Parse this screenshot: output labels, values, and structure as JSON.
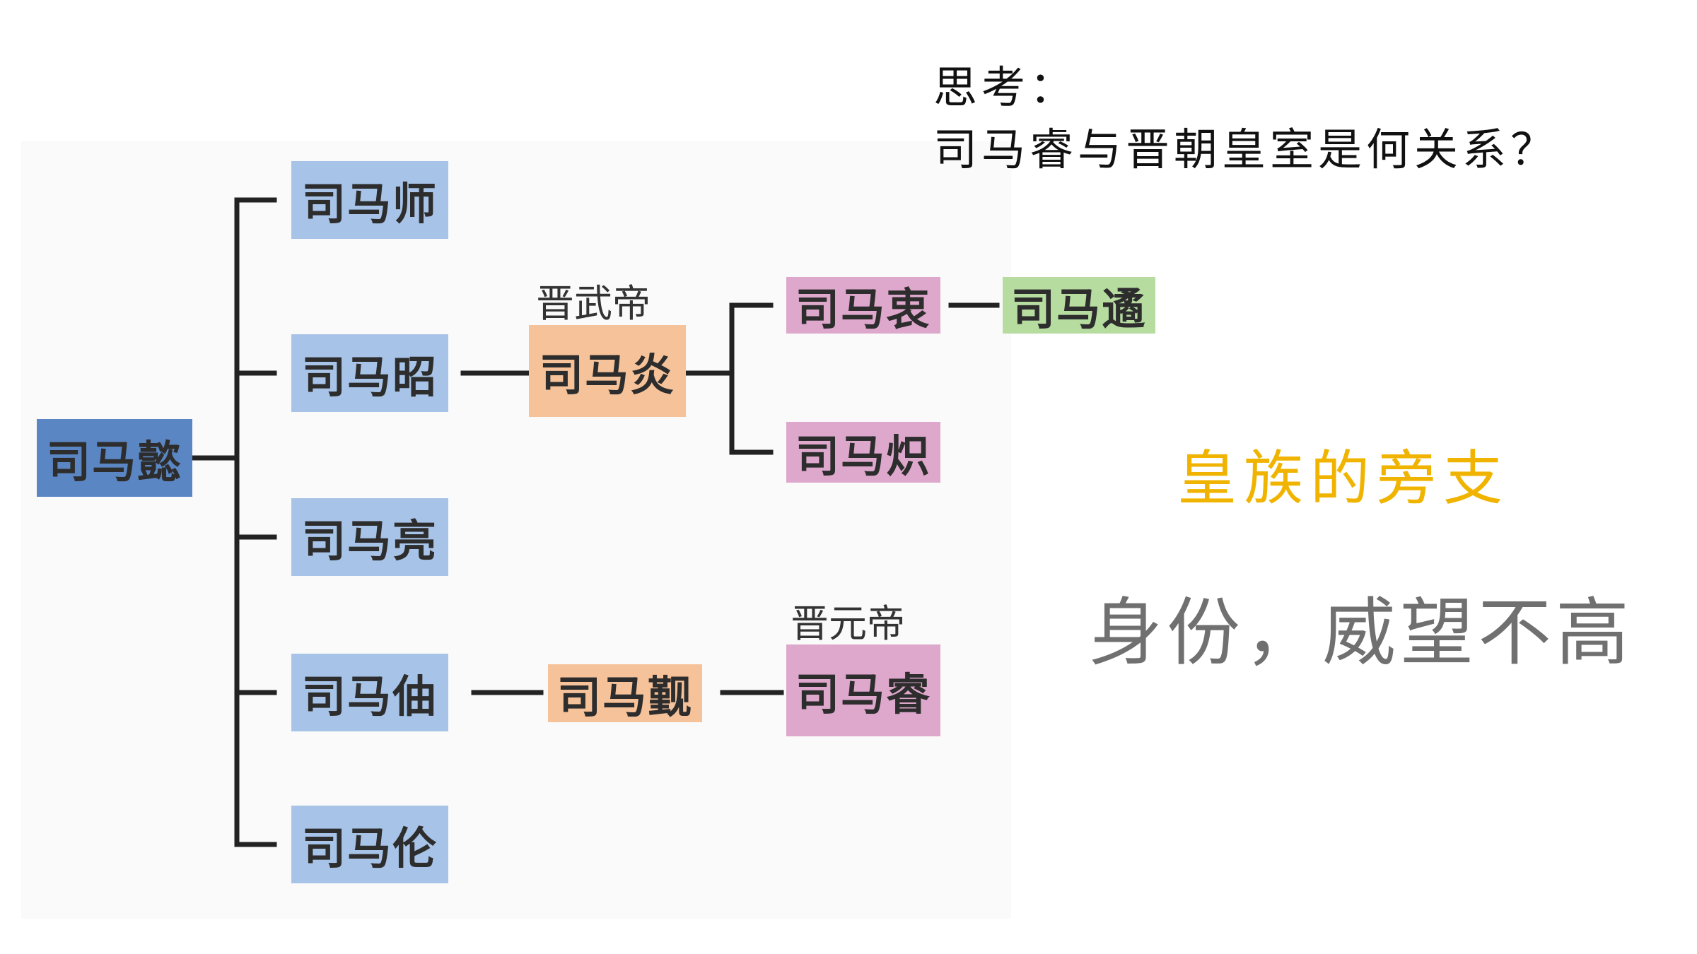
{
  "question": {
    "line1": "思考：",
    "line2": "司马睿与晋朝皇室是何关系？"
  },
  "tree": {
    "root": "司马懿",
    "shi": "司马师",
    "zhao": "司马昭",
    "liang": "司马亮",
    "zhou": "司马伷",
    "lun": "司马伦",
    "yan": "司马炎",
    "yan_title": "晋武帝",
    "zhong": "司马衷",
    "chi": "司马炽",
    "yu": "司马遹",
    "jin": "司马觐",
    "rui": "司马睿",
    "rui_title": "晋元帝"
  },
  "notes": {
    "accent": "皇族的旁支",
    "grey": "身份，威望不高"
  },
  "colors": {
    "root": "#5b86c4",
    "generation_2": "#a7c4e8",
    "orange": "#f6c29a",
    "pink": "#dea8cc",
    "green": "#b6dca0",
    "accent_text": "#f0b400",
    "grey_text": "#707070"
  }
}
